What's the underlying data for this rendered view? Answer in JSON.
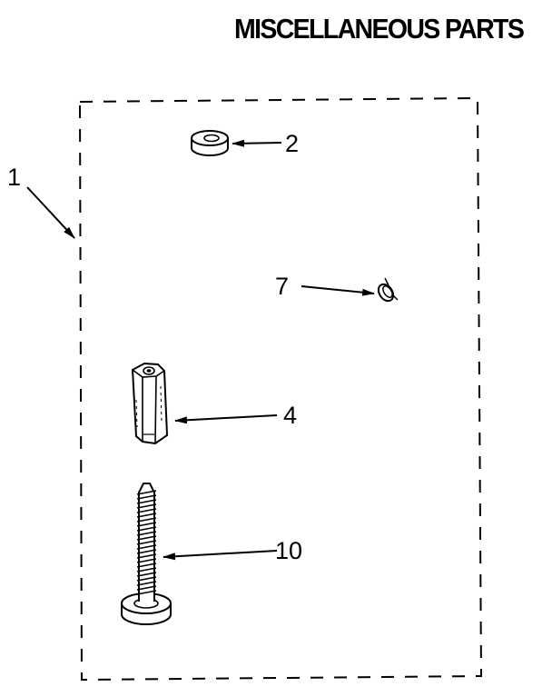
{
  "title": "MISCELLANEOUS PARTS",
  "callouts": [
    {
      "id": "kit",
      "label": "1",
      "part": "kit-outline"
    },
    {
      "id": "washer",
      "label": "2",
      "part": "washer"
    },
    {
      "id": "clip",
      "label": "7",
      "part": "clip"
    },
    {
      "id": "standoff",
      "label": "4",
      "part": "hex-standoff"
    },
    {
      "id": "screw",
      "label": "10",
      "part": "screw"
    }
  ],
  "colors": {
    "ink": "#000000",
    "paper": "#ffffff"
  }
}
